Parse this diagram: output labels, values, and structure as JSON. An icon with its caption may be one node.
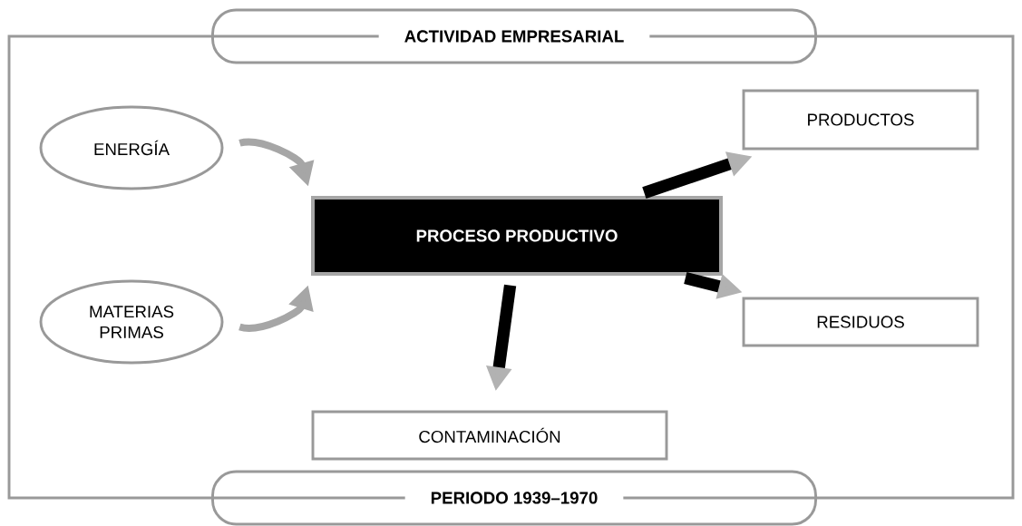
{
  "diagram": {
    "nodes": [
      {
        "text": [
          "ACTIVIDAD EMPRESARIAL"
        ]
      },
      {
        "text": [
          "ENERGÍA"
        ]
      },
      {
        "text": [
          "MATERIAS PRIMAS"
        ]
      },
      {
        "text": [
          "PROCESO PRODUCTIVO"
        ]
      },
      {
        "text": [
          "PRODUCTOS"
        ]
      },
      {
        "text": [
          "RESIDUOS"
        ]
      },
      {
        "text": [
          "CONTAMINACIÓN"
        ]
      },
      {
        "text": [
          "PERIODO 1939–1970"
        ]
      }
    ],
    "edges": [
      {
        "from": 1,
        "to": 3,
        "arrow": "to",
        "color": "#a6a6a6"
      },
      {
        "from": 2,
        "to": 3,
        "arrow": "to",
        "color": "#a6a6a6"
      },
      {
        "from": 3,
        "to": 4,
        "arrow": "to"
      },
      {
        "from": 3,
        "to": 5,
        "arrow": "to"
      },
      {
        "from": 3,
        "to": 6,
        "arrow": "to"
      }
    ]
  }
}
